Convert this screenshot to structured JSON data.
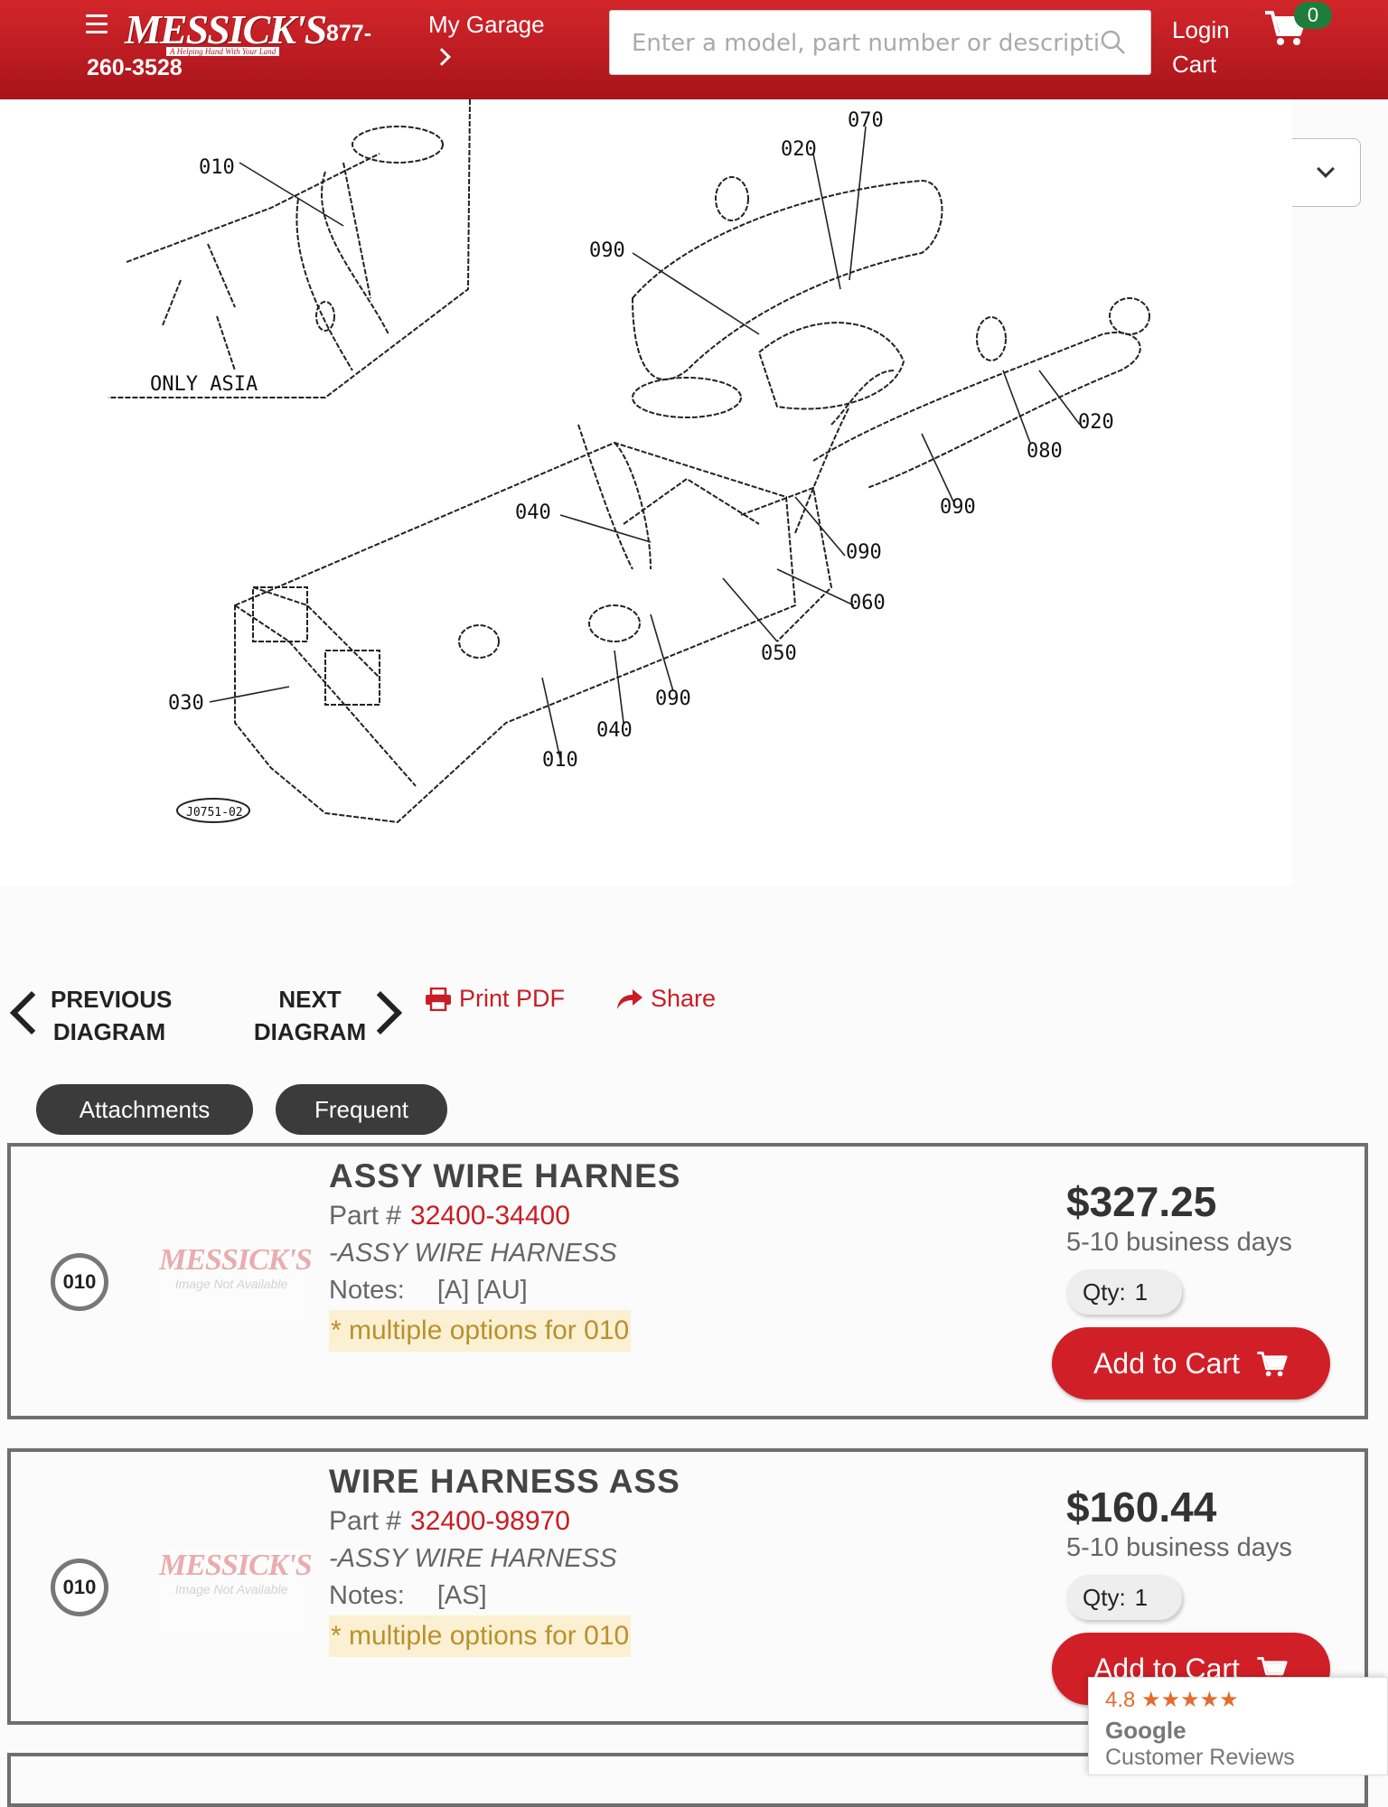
{
  "header": {
    "logo_text": "MESSICK'S",
    "logo_tagline": "A Helping Hand With Your Land",
    "phone_line1": "877-",
    "phone_line2": "260-3528",
    "garage_label": "My Garage",
    "search_placeholder": "Enter a model, part number or description",
    "login_label": "Login",
    "cart_label": "Cart",
    "cart_count": "0"
  },
  "diagram": {
    "callouts": [
      "010",
      "020",
      "070",
      "090",
      "020",
      "080",
      "090",
      "040",
      "090",
      "060",
      "050",
      "090",
      "040",
      "010",
      "030"
    ],
    "inset_label": "ONLY ASIA",
    "inset_callout": "010",
    "stamp": "J0751-02"
  },
  "nav": {
    "prev_line1": "PREVIOUS",
    "prev_line2": "DIAGRAM",
    "next_line1": "NEXT",
    "next_line2": "DIAGRAM",
    "print_label": "Print PDF",
    "share_label": "Share"
  },
  "filters": [
    "Attachments",
    "Frequent"
  ],
  "parts": [
    {
      "ref": "010",
      "name": "ASSY WIRE HARNES",
      "part_label": "Part #",
      "part_number": "32400-34400",
      "description": "-ASSY WIRE HARNESS",
      "notes_label": "Notes:",
      "notes": "[A] [AU]",
      "multiple": "* multiple options for 010",
      "price": "$327.25",
      "shipping": "5-10 business days",
      "qty_label": "Qty:",
      "qty": "1",
      "add_label": "Add to Cart",
      "image_logo": "MESSICK'S",
      "image_text": "Image Not Available"
    },
    {
      "ref": "010",
      "name": "WIRE HARNESS ASS",
      "part_label": "Part #",
      "part_number": "32400-98970",
      "description": "-ASSY WIRE HARNESS",
      "notes_label": "Notes:",
      "notes": "[AS]",
      "multiple": "* multiple options for 010",
      "price": "$160.44",
      "shipping": "5-10 business days",
      "qty_label": "Qty:",
      "qty": "1",
      "add_label": "Add to Cart",
      "image_logo": "MESSICK'S",
      "image_text": "Image Not Available"
    }
  ],
  "reviews": {
    "rating": "4.8",
    "stars": "★★★★★",
    "brand": "Google",
    "caption": "Customer Reviews"
  },
  "colors": {
    "brand_red": "#c91d25",
    "badge_green": "#1e7d3a",
    "highlight": "#fbf0d2"
  }
}
